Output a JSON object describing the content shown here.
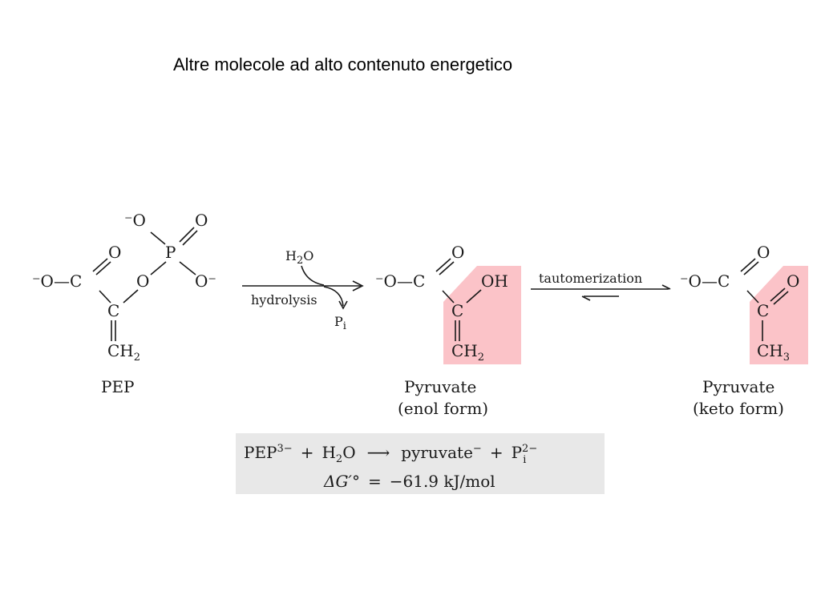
{
  "title": "Altre molecole ad alto contenuto energetico",
  "colors": {
    "highlight": "#fbc3c8",
    "equation_box": "#e8e8e8",
    "ink": "#1a1a1a"
  },
  "reactants": {
    "pep_label": "PEP"
  },
  "hydrolysis": {
    "water": "H",
    "water_sub": "2",
    "water_o": "O",
    "label": "hydrolysis",
    "pi": "P",
    "pi_sub": "i"
  },
  "enol": {
    "name": "Pyruvate",
    "form": "(enol form)"
  },
  "tautomerization": {
    "label": "tautomerization"
  },
  "keto": {
    "name": "Pyruvate",
    "form": "(keto form)"
  },
  "equation": {
    "pep": "PEP",
    "pep_charge": "3−",
    "plus1": "+",
    "h": "H",
    "h2o_sub": "2",
    "o": "O",
    "pyruvate": "pyruvate",
    "pyr_charge": "−",
    "plus2": "+",
    "p": "P",
    "p_charge": "2−",
    "p_sub": "i",
    "dg_left": "ΔG′°",
    "dg_eq": "=",
    "dg_value": "−61.9 kJ/mol"
  }
}
